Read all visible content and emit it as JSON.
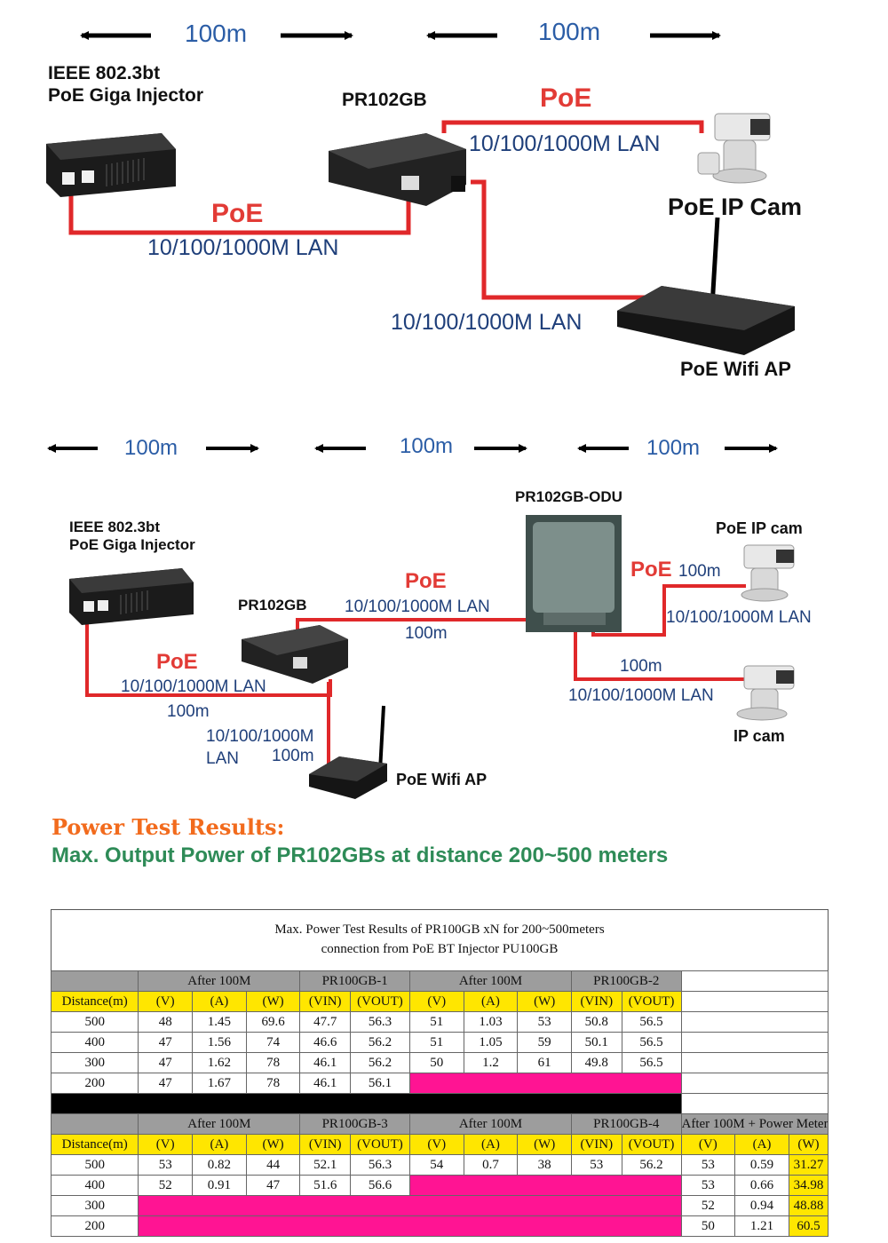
{
  "diagram1": {
    "distances": [
      "100m",
      "100m"
    ],
    "injector_title": [
      "IEEE 802.3bt",
      "PoE Giga Injector"
    ],
    "device_title": "PR102GB",
    "poe_labels": [
      "PoE",
      "PoE"
    ],
    "lan_labels": [
      "10/100/1000M LAN",
      "10/100/1000M LAN",
      "10/100/1000M LAN"
    ],
    "cam_label": "PoE IP Cam",
    "ap_label": "PoE Wifi AP"
  },
  "diagram2": {
    "distances": [
      "100m",
      "100m",
      "100m"
    ],
    "injector_title": [
      "IEEE 802.3bt",
      "PoE Giga Injector"
    ],
    "device_title": "PR102GB",
    "odu_title": "PR102GB-ODU",
    "poe_labels": [
      "PoE",
      "PoE",
      "PoE"
    ],
    "lan_labels": [
      "10/100/1000M LAN",
      "10/100/1000M LAN",
      "10/100/1000M LAN",
      "10/100/1000M LAN",
      "10/100/1000M",
      "LAN"
    ],
    "segment_distances": [
      "100m",
      "100m",
      "100m",
      "100m",
      "100m"
    ],
    "cam1_label": "PoE IP cam",
    "cam2_label": "IP cam",
    "ap_label": "PoE Wifi AP"
  },
  "results": {
    "title": "Power Test Results:",
    "subtitle": "Max. Output Power of PR102GBs at distance 200~500 meters"
  },
  "table": {
    "caption_line1": "Max. Power Test Results of PR100GB xN for 200~500meters",
    "caption_line2": "connection from PoE BT Injector PU100GB",
    "block1": {
      "groups": [
        "After 100M",
        "PR100GB-1",
        "After 100M",
        "PR100GB-2"
      ],
      "headers": [
        "Distance(m)",
        "(V)",
        "(A)",
        "(W)",
        "(VIN)",
        "(VOUT)",
        "(V)",
        "(A)",
        "(W)",
        "(VIN)",
        "(VOUT)"
      ],
      "rows": [
        [
          "500",
          "48",
          "1.45",
          "69.6",
          "47.7",
          "56.3",
          "51",
          "1.03",
          "53",
          "50.8",
          "56.5"
        ],
        [
          "400",
          "47",
          "1.56",
          "74",
          "46.6",
          "56.2",
          "51",
          "1.05",
          "59",
          "50.1",
          "56.5"
        ],
        [
          "300",
          "47",
          "1.62",
          "78",
          "46.1",
          "56.2",
          "50",
          "1.2",
          "61",
          "49.8",
          "56.5"
        ],
        [
          "200",
          "47",
          "1.67",
          "78",
          "46.1",
          "56.1"
        ]
      ]
    },
    "block2": {
      "groups": [
        "After 100M",
        "PR100GB-3",
        "After 100M",
        "PR100GB-4",
        "After 100M + Power Meter"
      ],
      "headers": [
        "Distance(m)",
        "(V)",
        "(A)",
        "(W)",
        "(VIN)",
        "(VOUT)",
        "(V)",
        "(A)",
        "(W)",
        "(VIN)",
        "(VOUT)",
        "(V)",
        "(A)",
        "(W)"
      ],
      "rows": [
        [
          "500",
          "53",
          "0.82",
          "44",
          "52.1",
          "56.3",
          "54",
          "0.7",
          "38",
          "53",
          "56.2",
          "53",
          "0.59",
          "31.27"
        ],
        [
          "400",
          "52",
          "0.91",
          "47",
          "51.6",
          "56.6",
          "53",
          "0.66",
          "34.98"
        ],
        [
          "300",
          "52",
          "0.94",
          "48.88"
        ],
        [
          "200",
          "50",
          "1.21",
          "60.5"
        ]
      ]
    }
  }
}
